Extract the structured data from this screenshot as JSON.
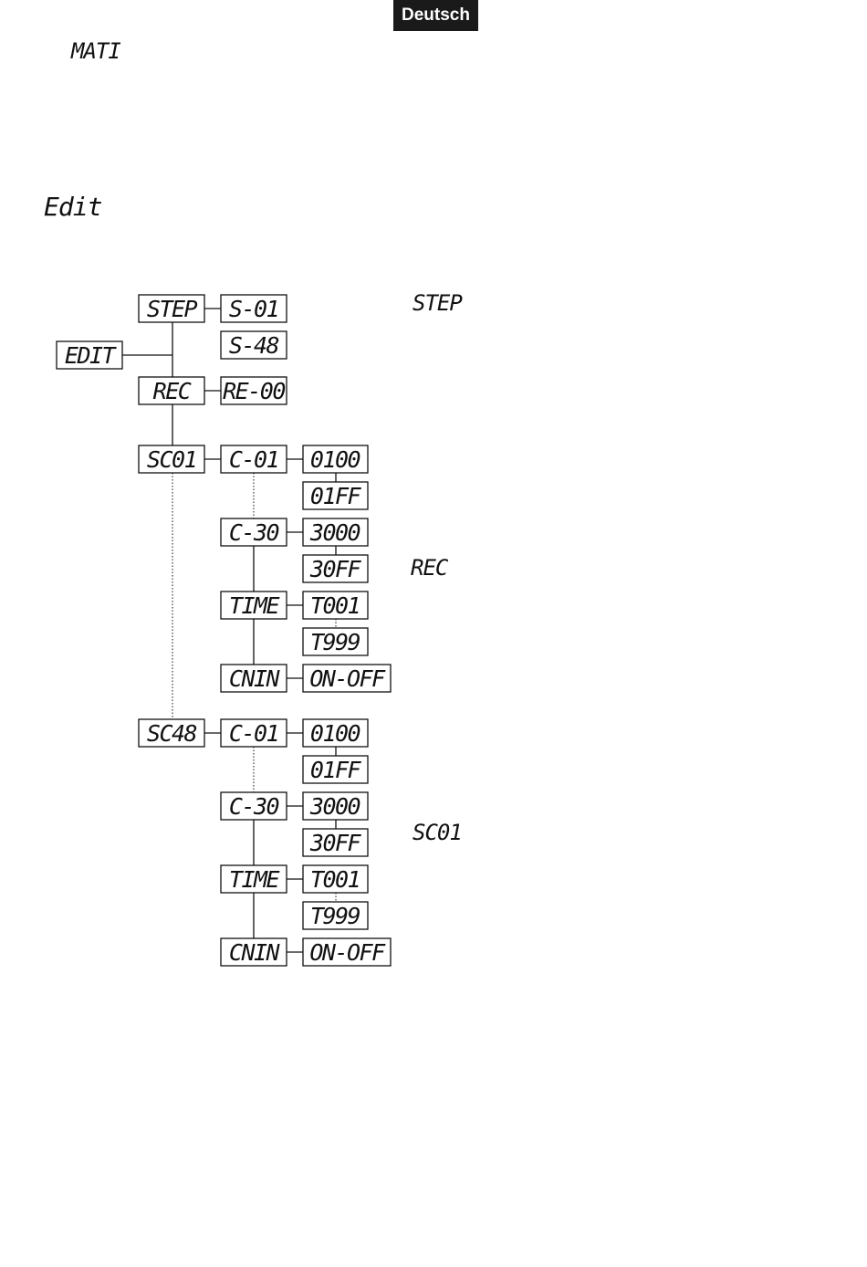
{
  "header": {
    "language_badge": "Deutsch"
  },
  "labels": {
    "mati": "MATI",
    "edit": "Edit",
    "step": "STEP",
    "rec": "REC",
    "sc01": "SC01"
  },
  "diagram": {
    "edit": "EDIT",
    "step": "STEP",
    "s01": "S-01",
    "s48": "S-48",
    "rec": "REC",
    "re00": "RE-00",
    "sc01": "SC01",
    "sc48": "SC48",
    "group_a": {
      "c01": "C-01",
      "c01_on": "0100",
      "c01_off": "01FF",
      "c30": "C-30",
      "c30_on": "3000",
      "c30_off": "30FF",
      "time": "TIME",
      "t001": "T001",
      "t999": "T999",
      "cnin": "CNIN",
      "onoff": "ON-OFF"
    },
    "group_b": {
      "c01": "C-01",
      "c01_on": "0100",
      "c01_off": "01FF",
      "c30": "C-30",
      "c30_on": "3000",
      "c30_off": "30FF",
      "time": "TIME",
      "t001": "T001",
      "t999": "T999",
      "cnin": "CNIN",
      "onoff": "ON-OFF"
    }
  }
}
